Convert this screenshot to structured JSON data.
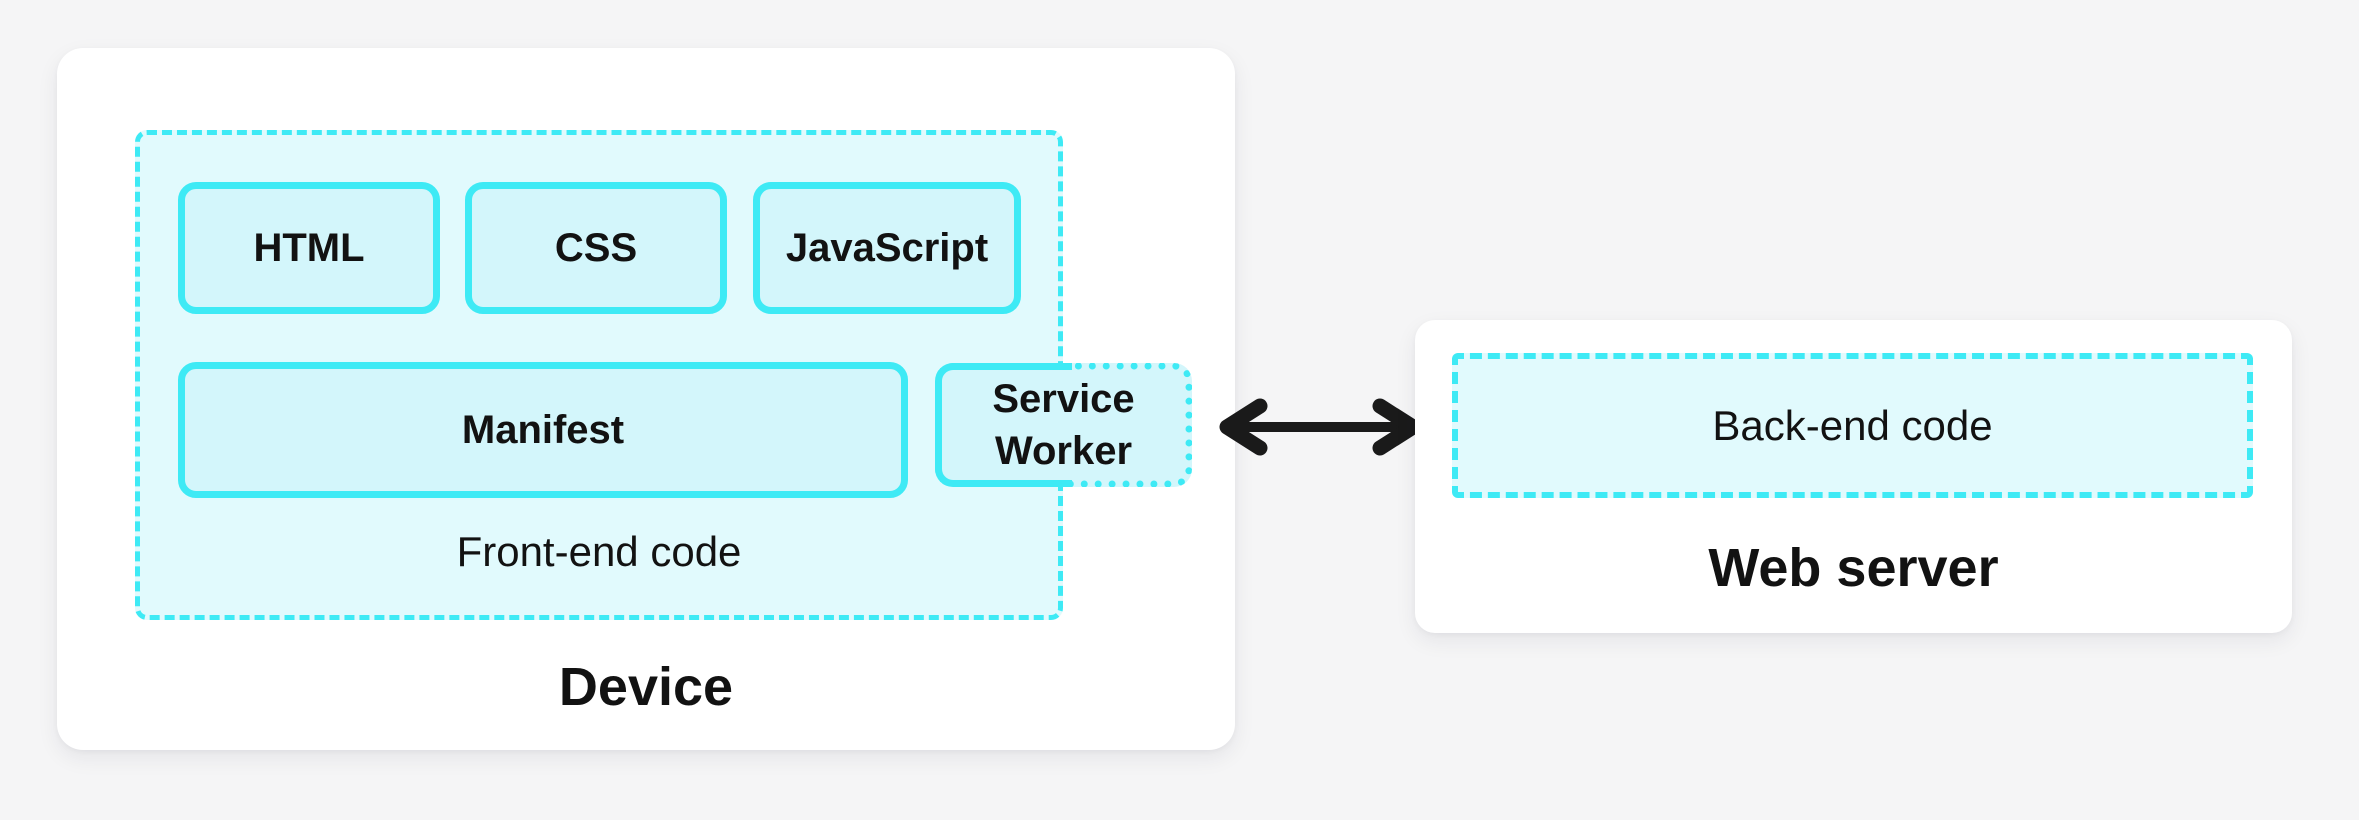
{
  "colors": {
    "page_background": "#F5F5F6",
    "card_background": "#FFFFFF",
    "cyan_border": "#3EEAF5",
    "container_fill": "#E1FAFD",
    "block_fill": "#D3F6FB",
    "text": "#121212",
    "arrow": "#1A1A1A"
  },
  "diagram": {
    "device": {
      "label": "Device",
      "frontend": {
        "label": "Front-end code",
        "blocks": {
          "html": "HTML",
          "css": "CSS",
          "javascript": "JavaScript",
          "manifest": "Manifest",
          "service_worker": "Service Worker"
        }
      }
    },
    "connection": {
      "icon": "double-headed-arrow"
    },
    "web_server": {
      "label": "Web server",
      "backend": {
        "label": "Back-end code"
      }
    }
  }
}
